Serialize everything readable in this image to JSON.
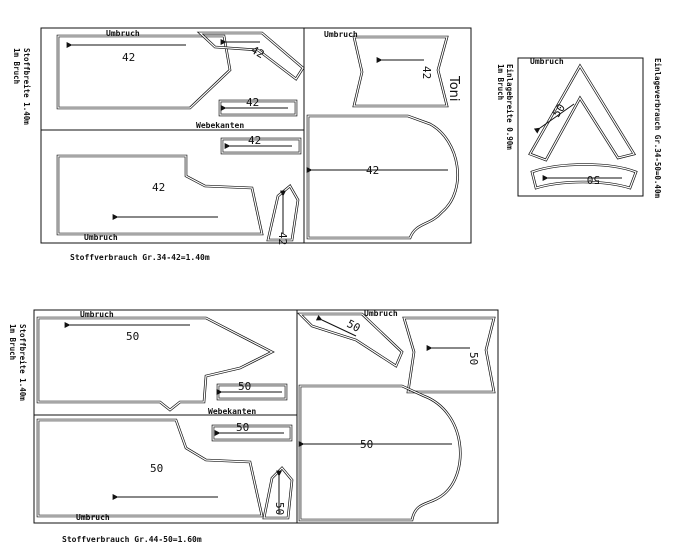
{
  "layouts": [
    {
      "id": "size-34-42",
      "fold_label": "Umbruch",
      "selvage_label": "Webekanten",
      "fabric_width_label": "Stoffbreite 1.40m",
      "fold_side_label": "1m Bruch",
      "consumption_label": "Stoffverbrauch Gr.34-42=1.40m",
      "size_label": "42",
      "signature": "Toni"
    },
    {
      "id": "size-44-50",
      "fold_label": "Umbruch",
      "selvage_label": "Webekanten",
      "fabric_width_label": "Stoffbreite 1.40m",
      "fold_side_label": "1m Bruch",
      "consumption_label": "Stoffverbrauch Gr.44-50=1.60m",
      "size_label": "50"
    }
  ],
  "interfacing": {
    "fold_label": "Umbruch",
    "width_label": "Einlagebreite 0.90m",
    "fold_side_label": "1m Bruch",
    "consumption_label": "Einlageverbrauch Gr.34-50=0.40m",
    "size_label": "50"
  }
}
